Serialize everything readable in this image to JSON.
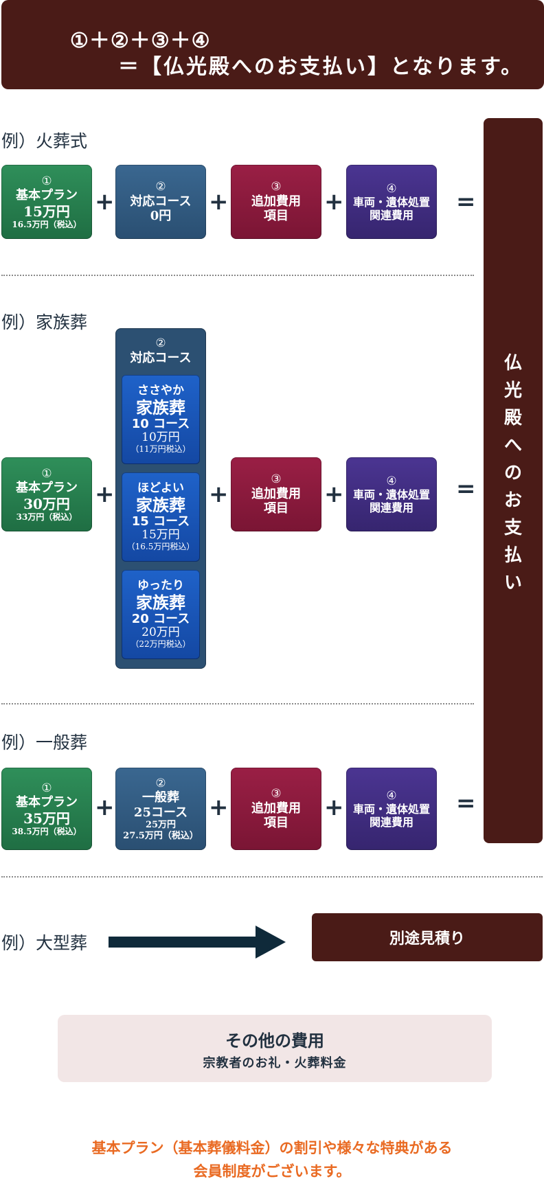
{
  "header": {
    "line1": "①＋②＋③＋④",
    "line2": "＝【仏光殿へのお支払い】となります。"
  },
  "right_column": {
    "chars": [
      "仏",
      "光",
      "殿",
      "へ",
      "の",
      "お",
      "支",
      "払",
      "い"
    ]
  },
  "operators": {
    "plus": "+",
    "equals": "="
  },
  "example_cremation": {
    "label": "例）火葬式",
    "box1": {
      "num": "①",
      "title": "基本プラン",
      "price": "15万円",
      "tax": "16.5万円（税込）"
    },
    "box2": {
      "num": "②",
      "title": "対応コース",
      "price": "0円"
    },
    "box3": {
      "num": "③",
      "line1": "追加費用",
      "line2": "項目"
    },
    "box4": {
      "num": "④",
      "line1": "車両・遺体処置",
      "line2": "関連費用"
    }
  },
  "example_family": {
    "label": "例）家族葬",
    "box1": {
      "num": "①",
      "title": "基本プラン",
      "price": "30万円",
      "tax": "33万円（税込）"
    },
    "course_panel": {
      "num": "②",
      "title": "対応コース",
      "courses": [
        {
          "name": "ささやか",
          "type": "家族葬",
          "course": "10 コース",
          "price": "10万円",
          "tax": "（11万円税込）"
        },
        {
          "name": "ほどよい",
          "type": "家族葬",
          "course": "15 コース",
          "price": "15万円",
          "tax": "（16.5万円税込）"
        },
        {
          "name": "ゆったり",
          "type": "家族葬",
          "course": "20 コース",
          "price": "20万円",
          "tax": "（22万円税込）"
        }
      ]
    },
    "box3": {
      "num": "③",
      "line1": "追加費用",
      "line2": "項目"
    },
    "box4": {
      "num": "④",
      "line1": "車両・遺体処置",
      "line2": "関連費用"
    }
  },
  "example_general": {
    "label": "例）一般葬",
    "box1": {
      "num": "①",
      "title": "基本プラン",
      "price": "35万円",
      "tax": "38.5万円（税込）"
    },
    "box2": {
      "num": "②",
      "title": "一般葬",
      "course": "25コース",
      "price": "25万円",
      "tax": "27.5万円（税込）"
    },
    "box3": {
      "num": "③",
      "line1": "追加費用",
      "line2": "項目"
    },
    "box4": {
      "num": "④",
      "line1": "車両・遺体処置",
      "line2": "関連費用"
    }
  },
  "example_large": {
    "label": "例）大型葬",
    "result": "別途見積り"
  },
  "other_costs": {
    "title": "その他の費用",
    "subtitle": "宗教者のお礼・火葬料金"
  },
  "note": {
    "line1": "基本プラン（基本葬儀料金）の割引や様々な特典がある",
    "line2": "会員制度がございます。"
  },
  "colors": {
    "dark_brown": "#4a1b17",
    "green": "#2f8f5a",
    "steel_blue": "#3a6790",
    "crimson": "#9a1f45",
    "purple": "#4b3592",
    "course_blue": "#1f62c9",
    "note_orange": "#e96a22"
  }
}
